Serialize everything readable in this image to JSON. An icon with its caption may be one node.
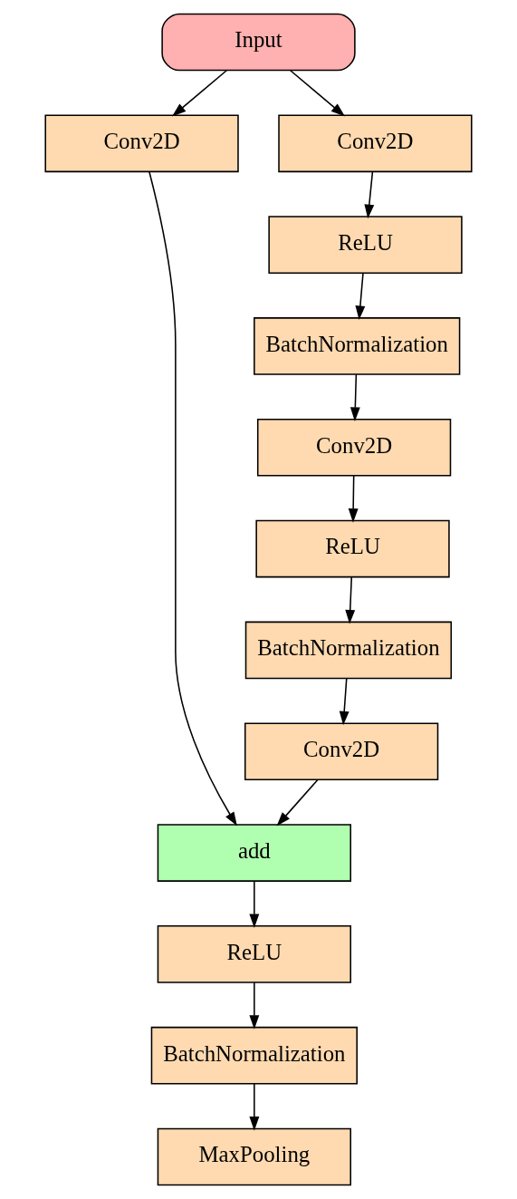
{
  "diagram": {
    "nodes": [
      {
        "text": [
          "Input"
        ]
      },
      {
        "text": [
          "Conv2D"
        ]
      },
      {
        "text": [
          "Conv2D"
        ]
      },
      {
        "text": [
          "ReLU"
        ]
      },
      {
        "text": [
          "BatchNormalization"
        ]
      },
      {
        "text": [
          "Conv2D"
        ]
      },
      {
        "text": [
          "ReLU"
        ]
      },
      {
        "text": [
          "BatchNormalization"
        ]
      },
      {
        "text": [
          "Conv2D"
        ]
      },
      {
        "text": [
          "add"
        ]
      },
      {
        "text": [
          "ReLU"
        ]
      },
      {
        "text": [
          "BatchNormalization"
        ]
      },
      {
        "text": [
          "MaxPooling"
        ]
      }
    ],
    "edges": [
      {
        "from": 0,
        "to": 1,
        "arrow": "to"
      },
      {
        "from": 0,
        "to": 2,
        "arrow": "to"
      },
      {
        "from": 2,
        "to": 3,
        "arrow": "to"
      },
      {
        "from": 3,
        "to": 4,
        "arrow": "to"
      },
      {
        "from": 4,
        "to": 5,
        "arrow": "to"
      },
      {
        "from": 5,
        "to": 6,
        "arrow": "to"
      },
      {
        "from": 6,
        "to": 7,
        "arrow": "to"
      },
      {
        "from": 7,
        "to": 8,
        "arrow": "to"
      },
      {
        "from": 1,
        "to": 9,
        "arrow": "to"
      },
      {
        "from": 8,
        "to": 9,
        "arrow": "to"
      },
      {
        "from": 9,
        "to": 10,
        "arrow": "to"
      },
      {
        "from": 10,
        "to": 11,
        "arrow": "to"
      },
      {
        "from": 11,
        "to": 12,
        "arrow": "to"
      }
    ]
  }
}
